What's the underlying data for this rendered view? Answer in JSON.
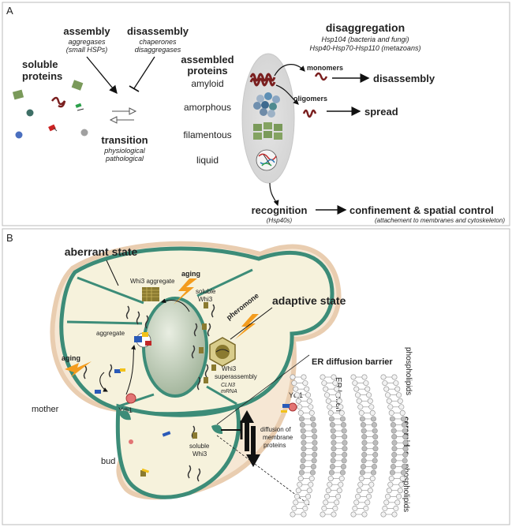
{
  "panelA": {
    "label": "A",
    "assembly": {
      "title": "assembly",
      "sub1": "aggregases",
      "sub2": "(small HSPs)"
    },
    "disassembly": {
      "title": "disassembly",
      "sub1": "chaperones",
      "sub2": "disaggregases"
    },
    "soluble": {
      "line1": "soluble",
      "line2": "proteins"
    },
    "transition": {
      "title": "transition",
      "sub1": "physiological",
      "sub2": "pathological"
    },
    "assembled": {
      "line1": "assembled",
      "line2": "proteins"
    },
    "states": [
      "amyloid",
      "amorphous",
      "filamentous",
      "liquid"
    ],
    "disaggregation": {
      "title": "disaggregation",
      "sub1": "Hsp104 (bacteria and fungi)",
      "sub2": "Hsp40-Hsp70-Hsp110 (metazoans)"
    },
    "monomers": "monomers",
    "oligomers": "oligomers",
    "disassembly_out": "disassembly",
    "spread": "spread",
    "recognition": {
      "title": "recognition",
      "sub": "(Hsp40s)"
    },
    "confinement": {
      "title": "confinement & spatial control",
      "sub": "(attachement to membranes and cytoskeleton)"
    }
  },
  "panelB": {
    "label": "B",
    "aberrant": "aberrant state",
    "adaptive": "adaptive state",
    "aging1": "aging",
    "aging2": "aging",
    "whi3_aggregate": "Whi3 aggregate",
    "soluble_whi3_top": {
      "line1": "soluble",
      "line2": "Whi3"
    },
    "aggregate": "aggregate",
    "pheromone": "pheromone",
    "whi3_super": {
      "line1": "Whi3",
      "line2": "superassembly"
    },
    "cln3": {
      "line1": "CLN3",
      "line2": "mRNA"
    },
    "ydj1_cell": "Ydj1",
    "ydj1_membrane": "Ydj1",
    "mother": "mother",
    "bud": "bud",
    "soluble_whi3_bottom": {
      "line1": "soluble",
      "line2": "Whi3"
    },
    "diffusion": {
      "line1": "diffusion of",
      "line2": "membrane",
      "line3": "proteins"
    },
    "er_barrier": "ER diffusion barrier",
    "er_lumen": "ER lumen",
    "phospholipids_top": "phospholipids",
    "ceramides": "ceramides",
    "phospholipids_bottom": "phospholipids"
  },
  "colors": {
    "cell_fill": "#f6f2dc",
    "cell_wall": "#3c8c78",
    "nucleus": "#b9c7b0",
    "aging_orange": "#f39c1e",
    "protein_red": "#7a1f1f",
    "protein_green": "#7a9a5a",
    "whi3_olive": "#7a6a2a"
  }
}
